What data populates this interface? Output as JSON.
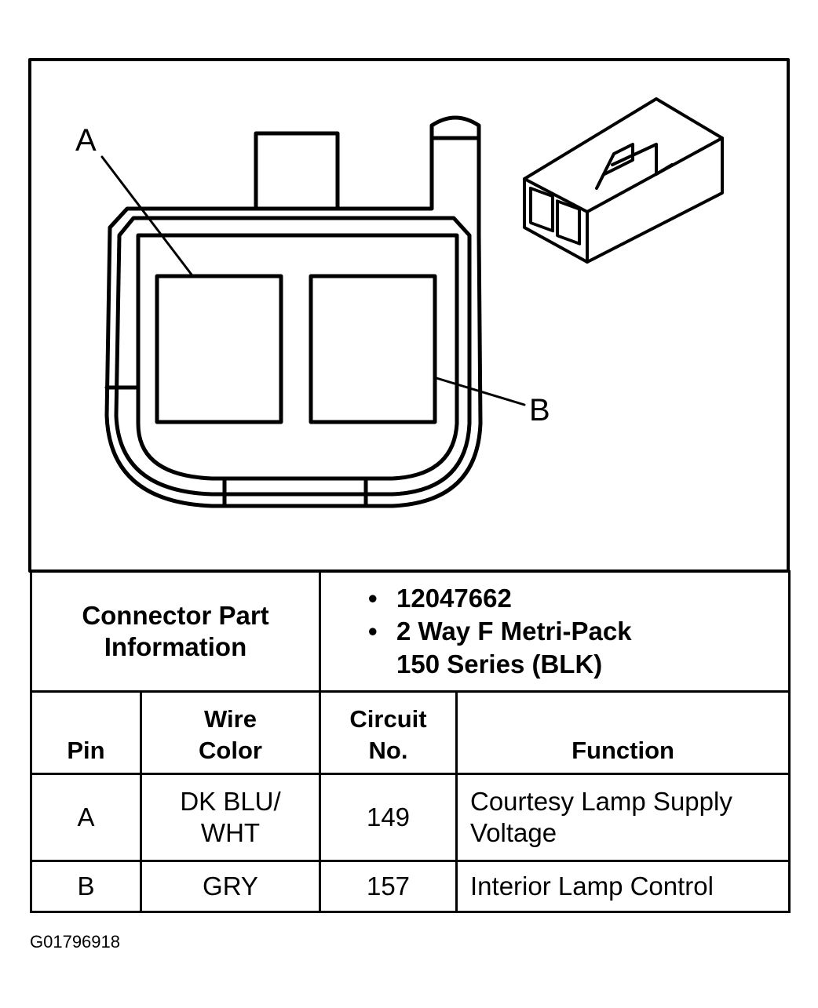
{
  "diagram": {
    "pin_a_label": "A",
    "pin_b_label": "B"
  },
  "connector_info": {
    "label_line1": "Connector Part",
    "label_line2": "Information",
    "part_number": "12047662",
    "description_line1": "2 Way F Metri-Pack",
    "description_line2": "150 Series (BLK)",
    "bullet": "•"
  },
  "table": {
    "headers": {
      "pin": "Pin",
      "wire_color_line1": "Wire",
      "wire_color_line2": "Color",
      "circuit_line1": "Circuit",
      "circuit_line2": "No.",
      "function": "Function"
    },
    "rows": [
      {
        "pin": "A",
        "wire_color_line1": "DK BLU/",
        "wire_color_line2": "WHT",
        "circuit": "149",
        "function_line1": "Courtesy Lamp Supply",
        "function_line2": "Voltage"
      },
      {
        "pin": "B",
        "wire_color_line1": "GRY",
        "circuit": "157",
        "function_line1": "Interior Lamp Control"
      }
    ]
  },
  "figure_code": "G01796918"
}
